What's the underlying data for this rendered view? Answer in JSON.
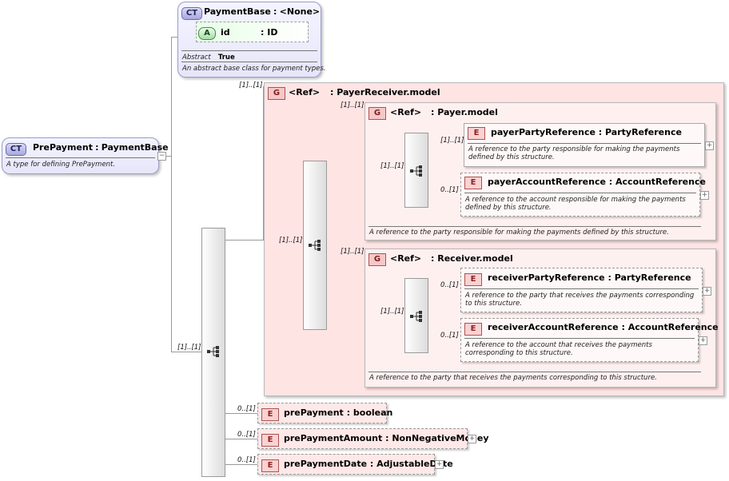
{
  "nodes": {
    "prepayment": {
      "badge": "CT",
      "name": "PrePayment",
      "sep": ":",
      "type": "PaymentBase",
      "doc": "A type for defining PrePayment."
    },
    "paymentbase": {
      "badge": "CT",
      "name": "PaymentBase",
      "sep": ":",
      "type": "<None>",
      "attr": {
        "badge": "A",
        "name": "id",
        "sep": ":",
        "type": "ID"
      },
      "abstract_label": "Abstract",
      "abstract_value": "True",
      "doc": "An abstract base class for payment types."
    },
    "payerreceiver": {
      "badge": "G",
      "ref": "<Ref>",
      "sep": ":",
      "name": "PayerReceiver.model",
      "card": "[1]..[1]"
    },
    "payer": {
      "badge": "G",
      "ref": "<Ref>",
      "sep": ":",
      "name": "Payer.model",
      "card": "[1]..[1]",
      "doc": "A reference to the party responsible for making the payments defined by this structure.",
      "seq_card": "[1]..[1]"
    },
    "payerParty": {
      "badge": "E",
      "name": "payerPartyReference",
      "sep": ":",
      "type": "PartyReference",
      "card": "[1]..[1]",
      "doc": "A reference to the party responsible for making the payments defined by this structure."
    },
    "payerAccount": {
      "badge": "E",
      "name": "payerAccountReference",
      "sep": ":",
      "type": "AccountReference",
      "card": "0..[1]",
      "doc": "A reference to the account responsible for making the payments defined by this structure."
    },
    "receiver": {
      "badge": "G",
      "ref": "<Ref>",
      "sep": ":",
      "name": "Receiver.model",
      "card": "[1]..[1]",
      "doc": "A reference to the party that receives the payments corresponding to this structure.",
      "seq_card": "[1]..[1]"
    },
    "receiverParty": {
      "badge": "E",
      "name": "receiverPartyReference",
      "sep": ":",
      "type": "PartyReference",
      "card": "0..[1]",
      "doc": "A reference to the party that receives the payments corresponding to this structure."
    },
    "receiverAccount": {
      "badge": "E",
      "name": "receiverAccountReference",
      "sep": ":",
      "type": "AccountReference",
      "card": "0..[1]",
      "doc": "A reference to the account that receives the payments corresponding to this structure."
    },
    "mainSeqCard": "[1]..[1]",
    "choiceCard": "[1]..[1]",
    "prePayment": {
      "badge": "E",
      "name": "prePayment",
      "sep": ":",
      "type": "boolean",
      "card": "0..[1]"
    },
    "prePaymentAmount": {
      "badge": "E",
      "name": "prePaymentAmount",
      "sep": ":",
      "type": "NonNegativeMoney",
      "card": "0..[1]"
    },
    "prePaymentDate": {
      "badge": "E",
      "name": "prePaymentDate",
      "sep": ":",
      "type": "AdjustableDate",
      "card": "0..[1]"
    }
  },
  "expand_symbol": "+",
  "collapse_symbol": "−",
  "icons": {
    "sequence": "sequence-icon",
    "expand": "expand-icon",
    "collapse": "collapse-icon"
  }
}
